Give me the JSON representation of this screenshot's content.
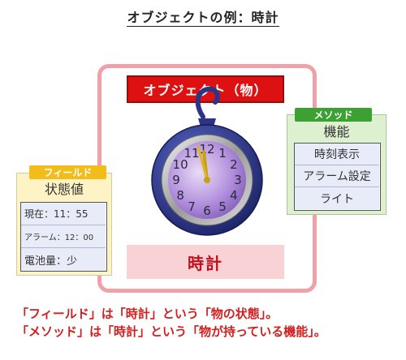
{
  "title": "オブジェクトの例：時計",
  "object": {
    "header": "オブジェクト（物）",
    "label": "時計"
  },
  "field": {
    "tab": "フィールド",
    "title": "状態値",
    "rows": [
      "現在：11：55",
      "アラーム：12：00",
      "電池量：少"
    ]
  },
  "method": {
    "tab": "メソッド",
    "title": "機能",
    "rows": [
      "時刻表示",
      "アラーム設定",
      "ライト"
    ]
  },
  "clock": {
    "numbers": [
      "12",
      "1",
      "2",
      "3",
      "4",
      "5",
      "6",
      "7",
      "8",
      "9",
      "10",
      "11"
    ]
  },
  "caption": {
    "line1": "「フィールド」は「時計」という「物の状態」。",
    "line2": "「メソッド」は「時計」という「物が持っている機能」。"
  },
  "colors": {
    "header_red": "#dd1111",
    "field_tab": "#f3bd19",
    "method_tab": "#3ca033",
    "caption": "#d02020",
    "clock_body": "#2c3585"
  }
}
